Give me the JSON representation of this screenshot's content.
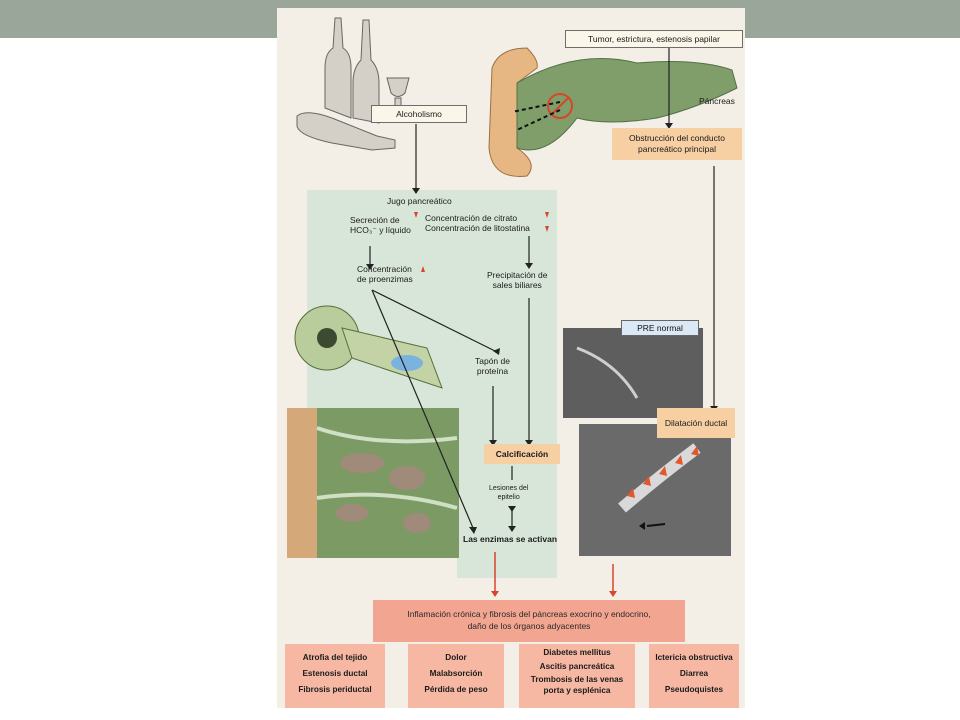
{
  "labels": {
    "tumor": "Tumor, estrictura, estenosis papilar",
    "pancreas": "Páncreas",
    "alcoholismo": "Alcoholismo",
    "obstruccion_1": "Obstrucción del conducto",
    "obstruccion_2": "pancreático principal",
    "jugo": "Jugo pancreático",
    "secrecion_1": "Secreción de",
    "secrecion_2": "HCO₃⁻ y líquido",
    "citrato": "Concentración de citrato",
    "litostatina": "Concentración de litostatina",
    "proenzimas_1": "Concentración",
    "proenzimas_2": "de proenzimas",
    "precipitacion_1": "Precipitación de",
    "precipitacion_2": "sales biliares",
    "tapon_1": "Tapón de",
    "tapon_2": "proteína",
    "pre_normal": "PRE normal",
    "dilatacion": "Dilatación ductal",
    "calcificacion": "Calcificación",
    "lesiones_1": "Lesiones del",
    "lesiones_2": "epitelio",
    "enzimas": "Las enzimas se activan",
    "inflamacion_1": "Inflamación crónica y fibrosis del páncreas exocrino y endocrino,",
    "inflamacion_2": "daño de los órganos adyacentes"
  },
  "outcomes": [
    {
      "lines": [
        "Atrofia del tejido",
        "Estenosis ductal",
        "Fibrosis periductal"
      ]
    },
    {
      "lines": [
        "Dolor",
        "Malabsorción",
        "Pérdida de peso"
      ]
    },
    {
      "lines": [
        "Diabetes mellitus",
        "Ascitis pancreática",
        "Trombosis de las venas",
        "porta y esplénica"
      ]
    },
    {
      "lines": [
        "Ictericia obstructiva",
        "Diarrea",
        "Pseudoquistes"
      ]
    }
  ],
  "colors": {
    "topbar": "#9aa69a",
    "green_panel": "#d8e6d9",
    "orange_box": "#f6cfa3",
    "inflammation": "#f2a590",
    "outcome_box": "#f6b8a2",
    "red_arrow": "#d9452b",
    "pancreas_green": "#7f9e6a"
  },
  "icons": [
    "bottles-illustration",
    "pancreas-illustration",
    "acinus-illustration",
    "fibrotic-tissue-illustration",
    "ercp-normal-xray",
    "ercp-dilated-xray"
  ]
}
